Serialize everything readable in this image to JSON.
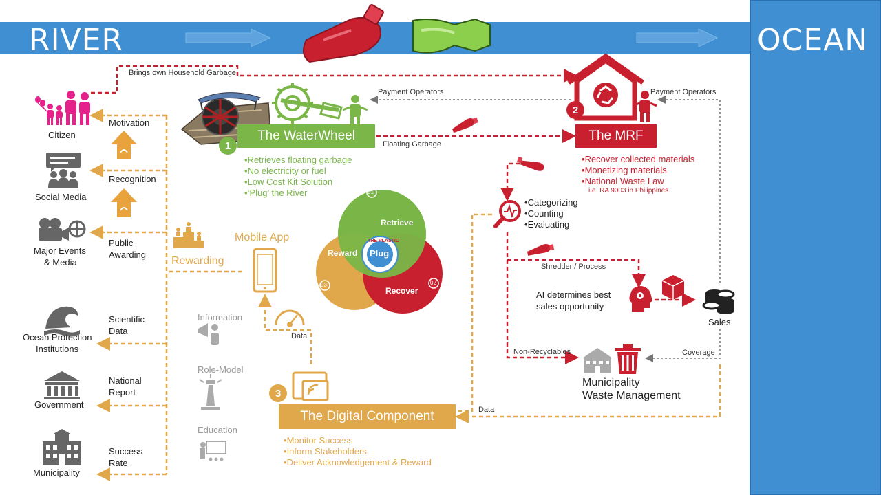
{
  "banner": {
    "river": "RIVER",
    "ocean": "OCEAN"
  },
  "colors": {
    "blue": "#3f8fd2",
    "green": "#7ab648",
    "red": "#c8202f",
    "orange": "#e0a84a",
    "pink": "#e5218c",
    "grey": "#666666",
    "lightgrey": "#aaaaaa"
  },
  "stakeholders": {
    "citizen": "Citizen",
    "social_media": "Social Media",
    "major_events_1": "Major Events",
    "major_events_2": "& Media",
    "ocean_protection_1": "Ocean Protection",
    "ocean_protection_2": "Institutions",
    "government": "Government",
    "municipality": "Municipality"
  },
  "channels": {
    "motivation": "Motivation",
    "recognition": "Recognition",
    "public_1": "Public",
    "public_2": "Awarding",
    "scientific_1": "Scientific",
    "scientific_2": "Data",
    "national_1": "National",
    "national_2": "Report",
    "success_1": "Success",
    "success_2": "Rate"
  },
  "rewarding": "Rewarding",
  "mobile_app": "Mobile App",
  "grey_items": {
    "information": "Information",
    "role_model": "Role-Model",
    "education": "Education"
  },
  "waterwheel": {
    "number": "1",
    "title": "The WaterWheel",
    "bullets": [
      "Retrieves floating garbage",
      "No electricity or fuel",
      "Low Cost Kit Solution",
      "‘Plug’ the River"
    ]
  },
  "mrf": {
    "number": "2",
    "title": "The MRF",
    "bullets": [
      "Recover collected materials",
      "Monetizing materials",
      "National Waste Law"
    ],
    "law_note": "i.e. RA 9003 in Philippines"
  },
  "digital": {
    "number": "3",
    "title": "The Digital Component",
    "bullets": [
      "Monitor Success",
      "Inform Stakeholders",
      "Deliver Acknowledgement  & Reward"
    ]
  },
  "cycle": {
    "retrieve": "Retrieve",
    "reward": "Reward",
    "recover": "Recover",
    "logo_1": "THE PLASTIC",
    "logo_2": "Plug",
    "n1": "01",
    "n2": "02",
    "n3": "03"
  },
  "flows": {
    "household": "Brings own Household Garbage",
    "payment_1": "Payment Operators",
    "payment_2": "Payment Operators",
    "floating": "Floating Garbage",
    "shredder": "Shredder / Process",
    "non_recyclables": "Non-Recyclables",
    "coverage": "Coverage",
    "data_1": "Data",
    "data_2": "Data"
  },
  "analysis": [
    "Categorizing",
    "Counting",
    "Evaluating"
  ],
  "ai_1": "AI determines best",
  "ai_2": "sales opportunity",
  "sales": "Sales",
  "municipality_waste_1": "Municipality",
  "municipality_waste_2": "Waste Management"
}
